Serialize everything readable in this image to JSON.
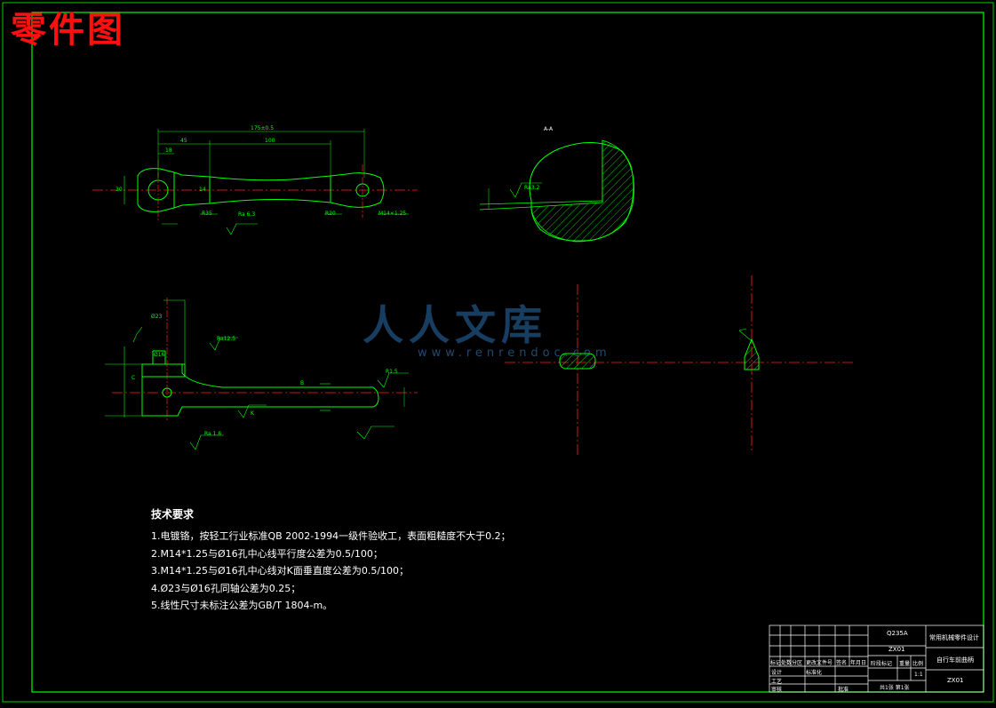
{
  "stamp_title": "零件图",
  "watermark": {
    "text": "人人文库",
    "url": "www.renrendoc.com"
  },
  "tech_requirements": {
    "title": "技术要求",
    "items": [
      "1.电镀铬，按轻工行业标准QB 2002-1994一级件验收工，表面粗糙度不大于0.2；",
      "2.M14*1.25与Ø16孔中心线平行度公差为0.5/100；",
      "3.M14*1.25与Ø16孔中心线对K面垂直度公差为0.5/100；",
      "4.Ø23与Ø16孔同轴公差为0.25；",
      "5.线性尺寸未标注公差为GB/T 1804-m。"
    ]
  },
  "dimensions": {
    "overall": "175±0.5",
    "d45": "45",
    "d100": "100",
    "d18": "18",
    "d30": "30",
    "d14": "14",
    "r35": "R35",
    "r20": "R20",
    "m14": "M14×1.25",
    "ra63": "Ra 6.3",
    "ra12": "Ra12.5",
    "ra32": "Ra3.2",
    "ra16": "Ra 1.6",
    "r15": "R1.5",
    "d23": "Ø23",
    "d16": "Ø16",
    "k": "K",
    "c": "C",
    "b": "B",
    "section": "A-A"
  },
  "title_block": {
    "school": "常用机械零件设计",
    "drawing_name": "自行车前曲柄",
    "scale": "1:1",
    "sheet": "共1张 第1张",
    "material": "Q235A",
    "drawing_no": "ZX01",
    "row_labels": [
      "标记",
      "处数",
      "分区",
      "更改文件号",
      "签名",
      "年月日"
    ],
    "role_labels": [
      "设计",
      "审核",
      "工艺",
      "标准化",
      "批准"
    ],
    "col_labels": [
      "阶段标记",
      "重量",
      "比例"
    ]
  },
  "colors": {
    "outline": "#00ff00",
    "centerline": "#ff2020",
    "text": "#ffffff",
    "stamp": "#ff1010",
    "watermark": "#2a6fb0"
  }
}
